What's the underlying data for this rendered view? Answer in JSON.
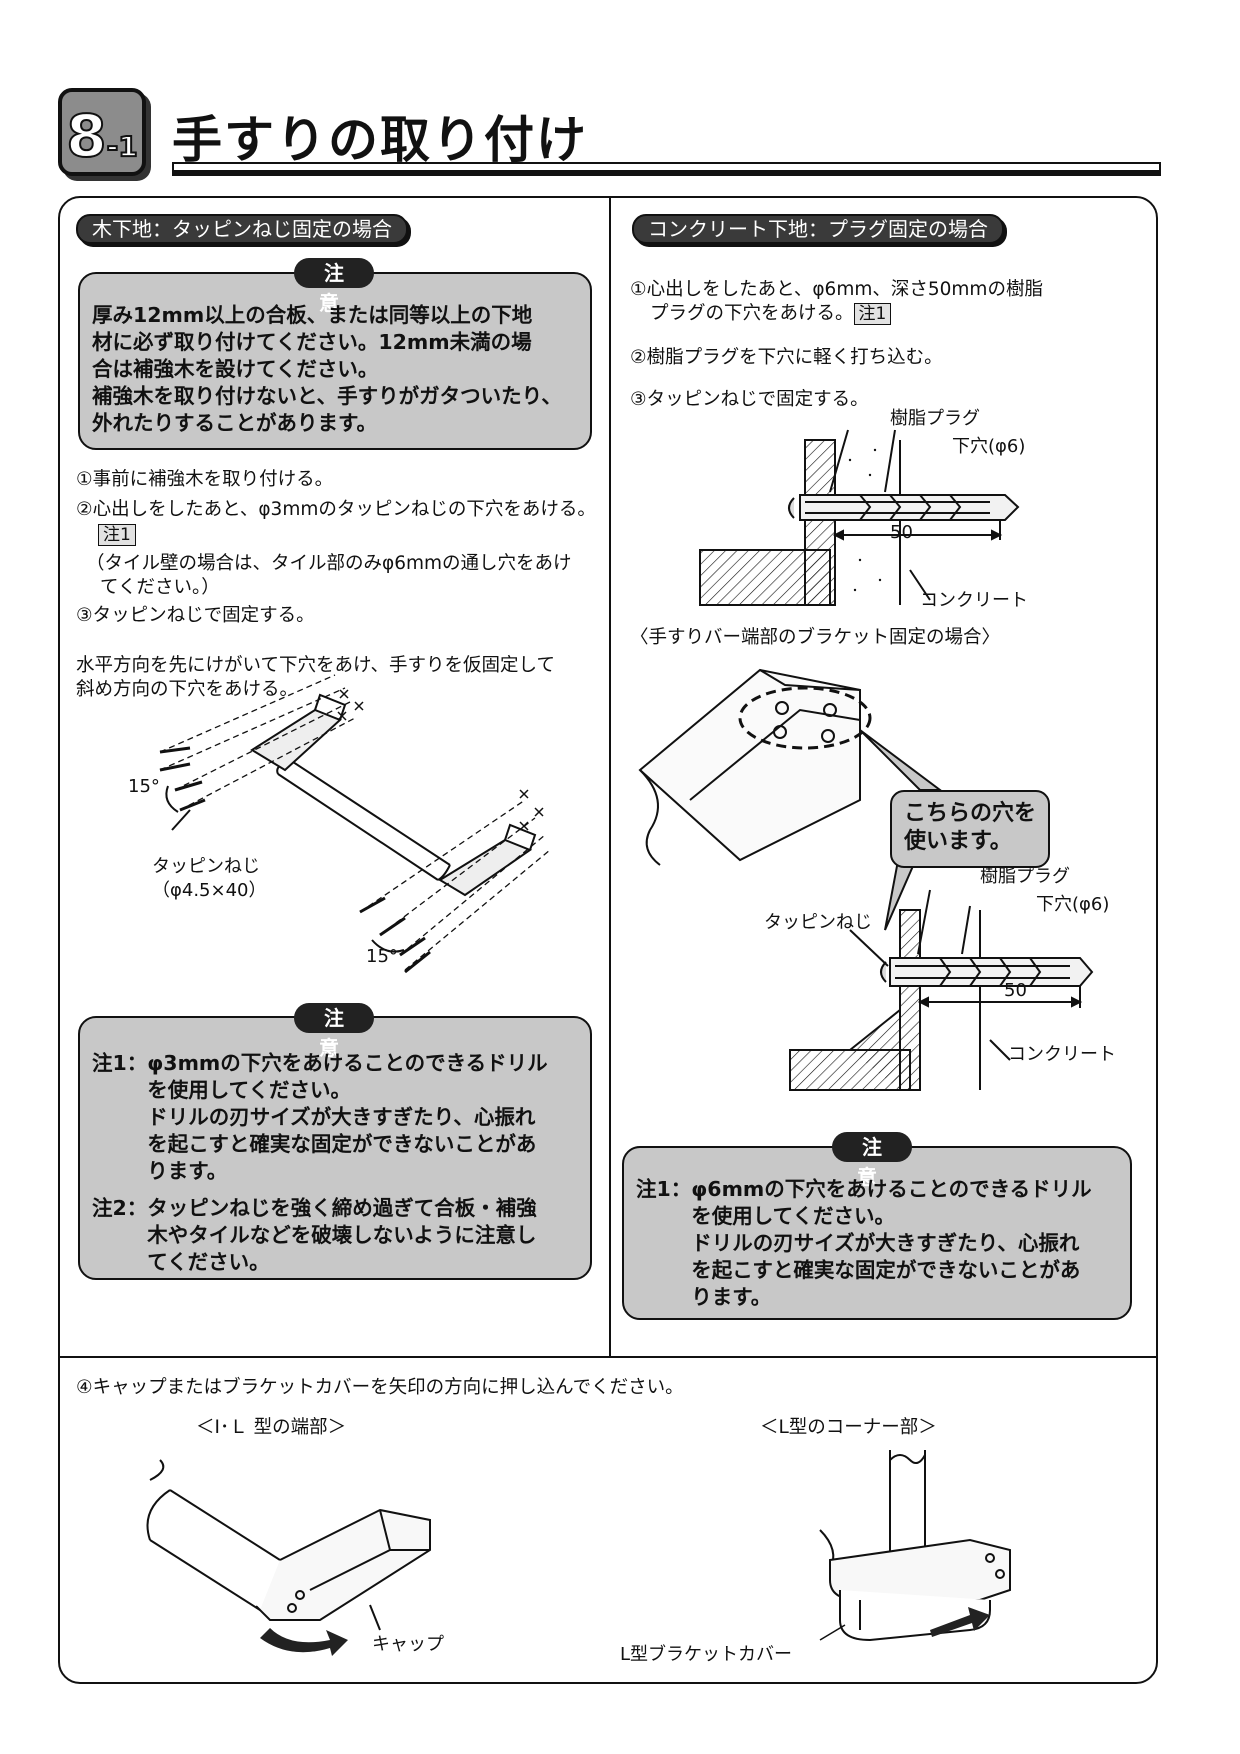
{
  "header": {
    "section_main": "8",
    "section_sub": "-1",
    "title": "手すりの取り付け"
  },
  "left": {
    "heading": "木下地：タッピンねじ固定の場合",
    "caution1": {
      "tag": "注 意",
      "lines": [
        "厚み12mm以上の合板、または同等以上の下地",
        "材に必ず取り付けてください。12mm未満の場",
        "合は補強木を設けてください。",
        "補強木を取り付けないと、手すりがガタついたり、",
        "外れたりすることがあります。"
      ]
    },
    "steps": {
      "s1": "①事前に補強木を取り付ける。",
      "s2": "②心出しをしたあと、φ3mmのタッピンねじの下穴をあける。",
      "s2_ref": "注1",
      "s2_paren1": "（タイル壁の場合は、タイル部のみφ6mmの通し穴をあけ",
      "s2_paren2": "てください。）",
      "s3": "③タッピンねじで固定する。"
    },
    "para1": "水平方向を先にけがいて下穴をあけ、手すりを仮固定して",
    "para2": "斜め方向の下穴をあける。",
    "fig": {
      "angle_top": "15°",
      "screw_label1": "タッピンねじ",
      "screw_label2": "（φ4.5×40）",
      "angle_bottom": "15°"
    },
    "caution2": {
      "tag": "注 意",
      "note1_label": "注1：",
      "note1_lines": [
        "φ3mmの下穴をあけることのできるドリル",
        "を使用してください。",
        "ドリルの刃サイズが大きすぎたり、心振れ",
        "を起こすと確実な固定ができないことがあ",
        "ります。"
      ],
      "note2_label": "注2：",
      "note2_lines": [
        "タッピンねじを強く締め過ぎて合板・補強",
        "木やタイルなどを破壊しないように注意し",
        "てください。"
      ]
    }
  },
  "right": {
    "heading": "コンクリート下地：プラグ固定の場合",
    "steps": {
      "s1a": "①心出しをしたあと、φ6mm、深さ50mmの樹脂",
      "s1b": "プラグの下穴をあける。",
      "s1_ref": "注1",
      "s2": "②樹脂プラグを下穴に軽く打ち込む。",
      "s3": "③タッピンねじで固定する。"
    },
    "fig1": {
      "plug": "樹脂プラグ",
      "hole": "下穴(φ6)",
      "depth": "50",
      "concrete": "コンクリート"
    },
    "bracket_heading": "〈手すりバー端部のブラケット固定の場合〉",
    "callout1": "こちらの穴を",
    "callout2": "使います。",
    "fig2": {
      "plug": "樹脂プラグ",
      "hole": "下穴(φ6)",
      "screw": "タッピンねじ",
      "depth": "50",
      "concrete": "コンクリート"
    },
    "caution": {
      "tag": "注 意",
      "note1_label": "注1：",
      "note1_lines": [
        "φ6mmの下穴をあけることのできるドリル",
        "を使用してください。",
        "ドリルの刃サイズが大きすぎたり、心振れ",
        "を起こすと確実な固定ができないことがあ",
        "ります。"
      ]
    }
  },
  "bottom": {
    "step4": "④キャップまたはブラケットカバーを矢印の方向に押し込んでください。",
    "left_caption": "＜Ⅰ･Ｌ 型の端部＞",
    "left_label": "キャップ",
    "right_caption": "＜L型のコーナー部＞",
    "right_label": "L型ブラケットカバー"
  }
}
